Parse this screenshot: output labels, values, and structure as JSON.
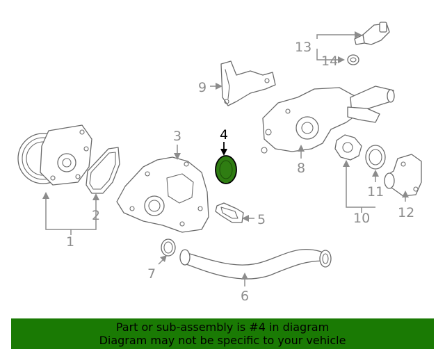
{
  "callouts": {
    "c1": "1",
    "c2": "2",
    "c3": "3",
    "c4": "4",
    "c5": "5",
    "c6": "6",
    "c7": "7",
    "c8": "8",
    "c9": "9",
    "c10": "10",
    "c11": "11",
    "c12": "12",
    "c13": "13",
    "c14": "14"
  },
  "highlighted_part": "4",
  "colors": {
    "highlight_fill": "#2f7d12",
    "banner_bg": "#1a7a04",
    "line_gray": "#8c8c8c"
  },
  "banner": {
    "line1": "Part or sub-assembly is #4 in diagram",
    "line2": "Diagram may not be specific to your vehicle"
  }
}
